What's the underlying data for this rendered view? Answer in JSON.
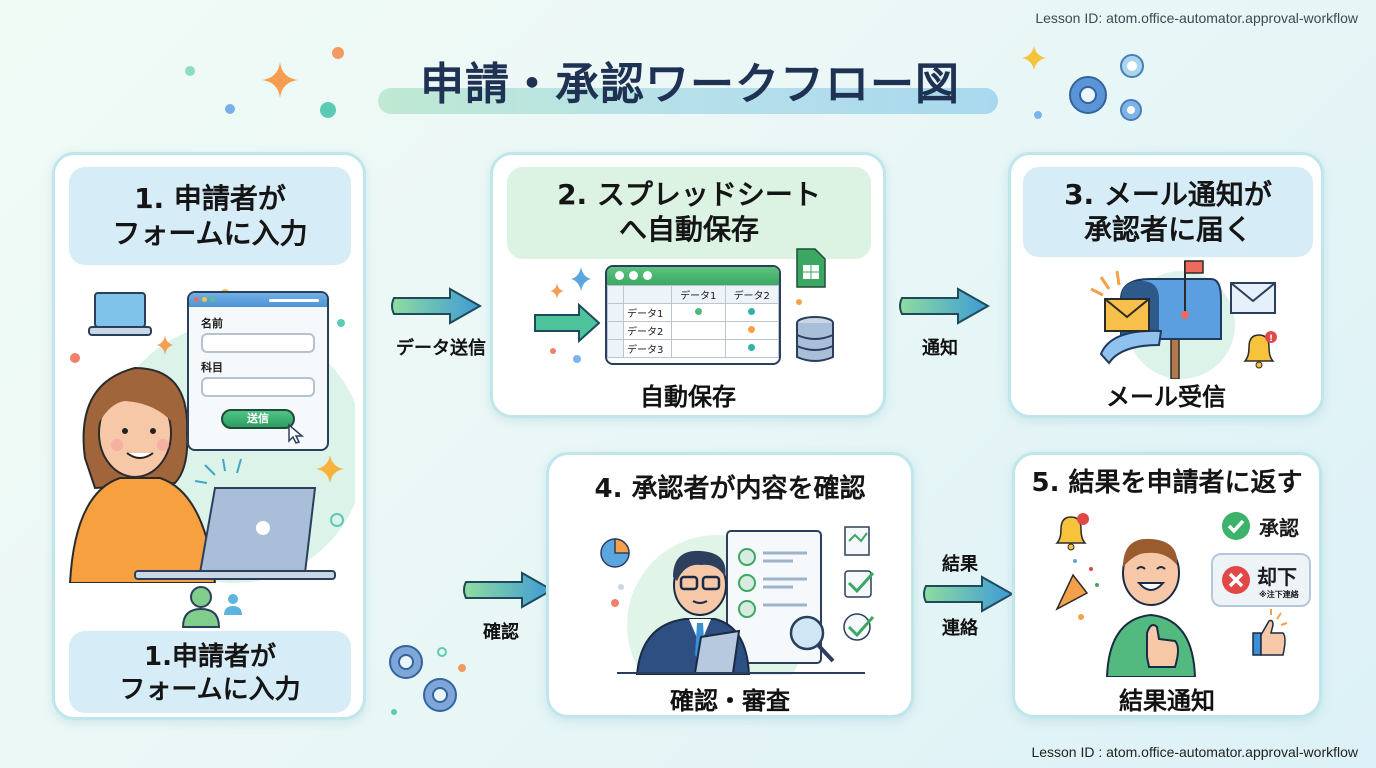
{
  "lesson_id_top": "Lesson ID: atom.office-automator.approval-workflow",
  "lesson_id_bottom": "Lesson ID : atom.office-automator.approval-workflow",
  "title": "申請・承認ワークフロー図",
  "steps": [
    {
      "header_line1": "1. 申請者が",
      "header_line2": "フォームに入力",
      "form": {
        "field1_label": "名前",
        "field2_label": "科目",
        "submit_label": "送信"
      },
      "footer_line1": "1.申請者が",
      "footer_line2": "フォームに入力"
    },
    {
      "header_line1": "2. スプレッドシート",
      "header_line2": "へ自動保存",
      "sheet": {
        "columns": [
          "データ1",
          "データ2"
        ],
        "rows": [
          {
            "label": "データ1",
            "c1": "green",
            "c2": "teal"
          },
          {
            "label": "データ2",
            "c1": "",
            "c2": "orange"
          },
          {
            "label": "データ3",
            "c1": "",
            "c2": "teal"
          }
        ]
      },
      "caption": "自動保存"
    },
    {
      "header_line1": "3. メール通知が",
      "header_line2": "承認者に届く",
      "caption": "メール受信"
    },
    {
      "header": "4. 承認者が内容を確認",
      "caption": "確認・審査"
    },
    {
      "header": "5. 結果を申請者に返す",
      "approve_label": "承認",
      "reject_label": "却下",
      "reject_note": "※注下連絡",
      "caption": "結果通知"
    }
  ],
  "arrows": {
    "a1": "データ送信",
    "a2": "通知",
    "a3": "確認",
    "a4_top": "結果",
    "a4_bottom": "連絡"
  },
  "colors": {
    "title": "#1f3253",
    "card_border": "#bfe6ea",
    "header_blue": "#d6ecf7",
    "header_green": "#dcf2e2",
    "approve": "#3bb36a",
    "reject": "#e04848",
    "accent_orange": "#f5a04a"
  }
}
